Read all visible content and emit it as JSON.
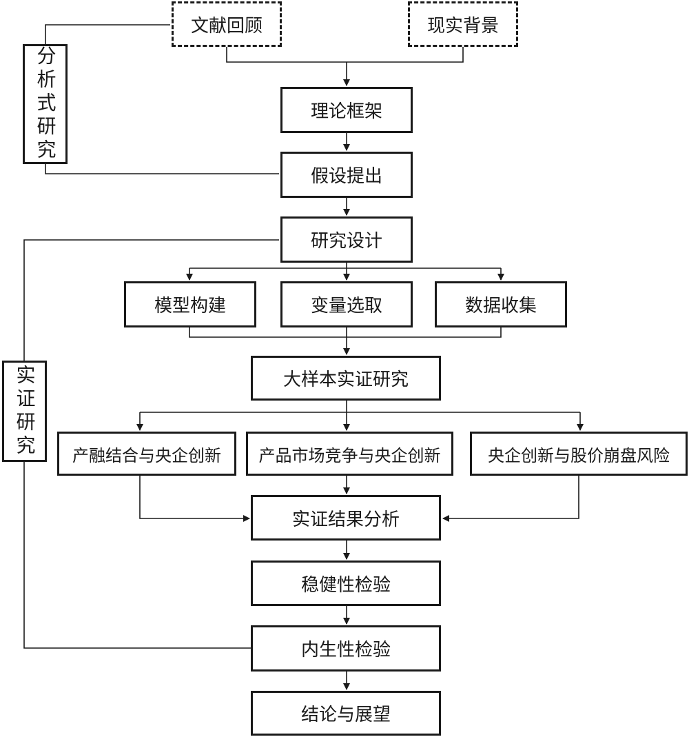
{
  "boxes": {
    "literature_review": "文献回顾",
    "real_background": "现实背景",
    "theoretical_framework": "理论框架",
    "hypothesis": "假设提出",
    "research_design": "研究设计",
    "model_building": "模型构建",
    "variable_selection": "变量选取",
    "data_collection": "数据收集",
    "large_sample_study": "大样本实证研究",
    "finance_integration": "产融结合与央企创新",
    "market_competition": "产品市场竞争与央企创新",
    "crash_risk": "央企创新与股价崩盘风险",
    "result_analysis": "实证结果分析",
    "robustness_test": "稳健性检验",
    "endogeneity_test": "内生性检验",
    "conclusion": "结论与展望"
  },
  "side_labels": {
    "analytical_research": "分析式研究",
    "empirical_research": "实证研究"
  }
}
